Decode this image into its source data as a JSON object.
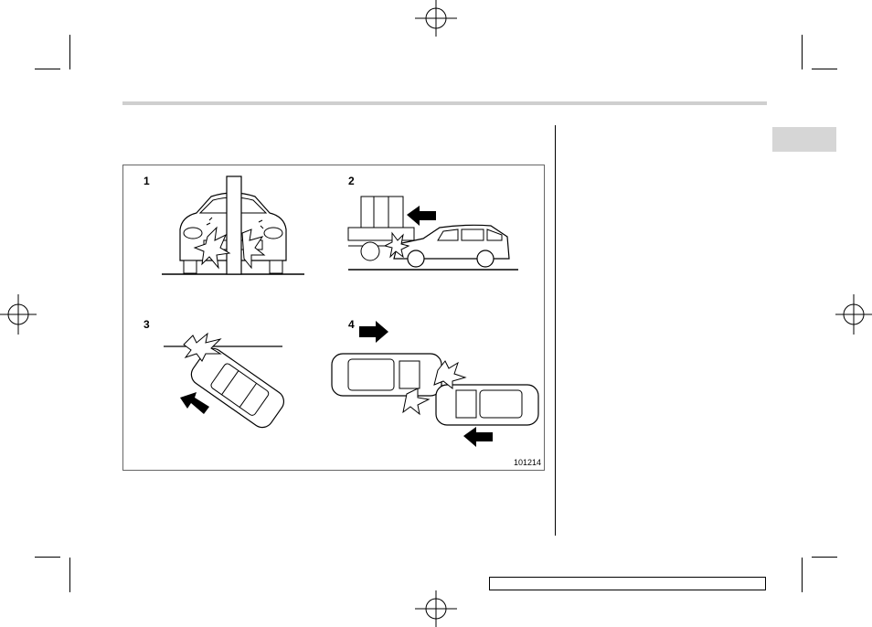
{
  "figure": {
    "panels": [
      {
        "number": "1",
        "icon": "frontal-pole-collision-icon"
      },
      {
        "number": "2",
        "icon": "underride-truck-collision-icon"
      },
      {
        "number": "3",
        "icon": "angled-wall-collision-icon"
      },
      {
        "number": "4",
        "icon": "offset-head-on-collision-icon"
      }
    ],
    "code": "101214"
  },
  "colors": {
    "rule": "#cfcfcf",
    "tab": "#d6d6d6",
    "ink": "#000000"
  }
}
